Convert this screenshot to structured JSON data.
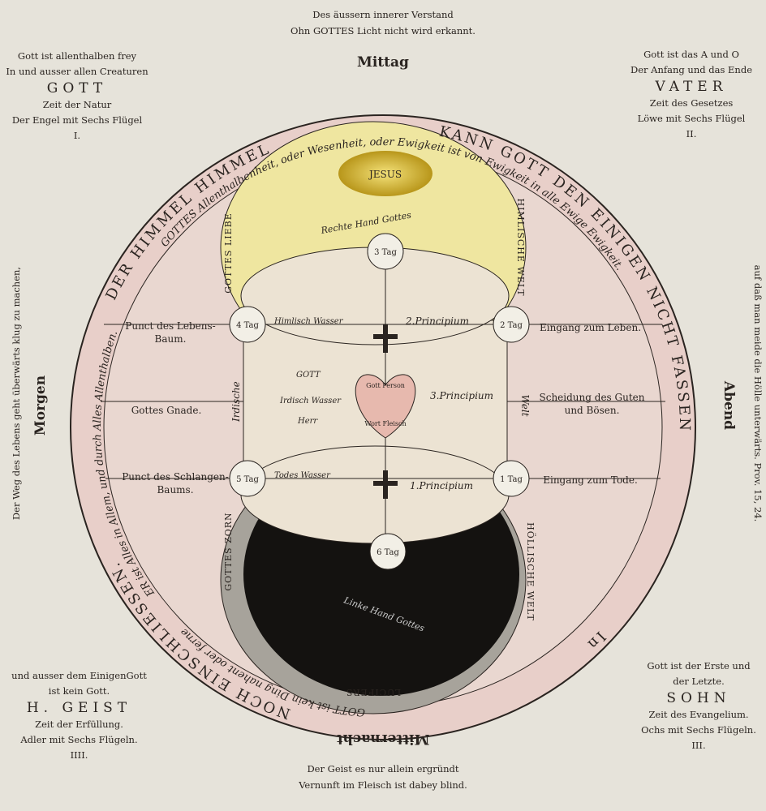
{
  "top_caption": [
    "Des äussern innerer Verstand",
    "Ohn GOTTES Licht nicht wird erkannt."
  ],
  "bottom_caption": [
    "Der Geist es nur allein ergründt",
    "Vernunft im Fleisch ist dabey blind."
  ],
  "left_side": "Der Weg des Lebens geht überwärts klug zu machen,",
  "right_side": "auf daß man meide die Hölle unterwärts. Prov. 15, 24.",
  "corners": {
    "top_left": {
      "lines": [
        "Gott ist allenthalben frey",
        "In und ausser allen Creaturen"
      ],
      "title": "GOTT",
      "sub": [
        "Zeit der Natur",
        "Der Engel mit Sechs Flügel"
      ],
      "numeral": "I."
    },
    "top_right": {
      "lines": [
        "Gott ist das A und O",
        "Der Anfang und das Ende"
      ],
      "title": "VATER",
      "sub": [
        "Zeit des Gesetzes",
        "Löwe mit Sechs Flügel"
      ],
      "numeral": "II."
    },
    "bottom_left": {
      "lines": [
        "und ausser dem EinigenGott",
        "ist kein Gott."
      ],
      "title": "H. GEIST",
      "sub": [
        "Zeit der Erfüllung.",
        "Adler mit Sechs Flügeln."
      ],
      "numeral": "IIII."
    },
    "bottom_right": {
      "lines": [
        "Gott ist der Erste und",
        "der Letzte."
      ],
      "title": "SOHN",
      "sub": [
        "Zeit des Evangelium.",
        "Ochs mit Sechs Flügeln."
      ],
      "numeral": "III."
    }
  },
  "directions": {
    "north": "Mittag",
    "west": "Morgen",
    "east": "Abend",
    "south": "Mitternacht"
  },
  "ring": {
    "upper": "GOTTES Allenthalbenheit, oder Wesenheit, oder Ewigkeit ist von Ewigkeit in alle Ewige Ewigkeit.",
    "outer_right": "KANN GOTT DEN EINIGEN NICHT FASSEN",
    "outer_left": "DER HIMMEL HIMMEL",
    "outer_bottom_left": "NOCH EINSCHLIESSEN.",
    "inner_left": "ER ist Alles in Allem, und durch Alles Allenthalben.",
    "bottom": "GOTT ist kein Ding nahent oder ferne",
    "in": "In"
  },
  "labels": {
    "left": [
      "Punct des Lebens-Baum.",
      "Gottes Gnade.",
      "Punct des Schlangen-Baums."
    ],
    "right": [
      "Eingang zum Leben.",
      "Scheidung des Guten und Bösen.",
      "Eingang zum Tode."
    ]
  },
  "figure": {
    "jesus": "JESUS",
    "rechte_hand": "Rechte Hand Gottes",
    "linke_hand": "Linke Hand Gottes",
    "gottes_liebe": "GOTTES LIEBE",
    "gottes_zorn": "GOTTES ZORN",
    "himmlische_welt": "HIMLISCHE WELT",
    "hollische_welt": "HÖLLISCHE WELT",
    "lucifers": "LUCIFERS",
    "irdische_welt": "Irdische",
    "welt": "Welt",
    "principium_2": "2.Principium",
    "principium_3": "3.Principium",
    "principium_1": "1.Principium",
    "himlisch_wasser": "Himlisch Wasser",
    "irdisch_wasser": "Irdisch Wasser",
    "todes_wasser": "Todes Wasser",
    "gott": "GOTT",
    "herr": "Herr",
    "heart": [
      "Gott Person",
      "Wort Fleisch"
    ],
    "days": [
      "3 Tag",
      "4 Tag",
      "2 Tag",
      "5 Tag",
      "1 Tag",
      "6 Tag"
    ]
  },
  "colors": {
    "paper": "#e6e3da",
    "ring": "#e8cfc9",
    "heaven": "#efe6a0",
    "earth": "#ece3d3",
    "hell": "#141210",
    "sun": "#c9a81e"
  }
}
